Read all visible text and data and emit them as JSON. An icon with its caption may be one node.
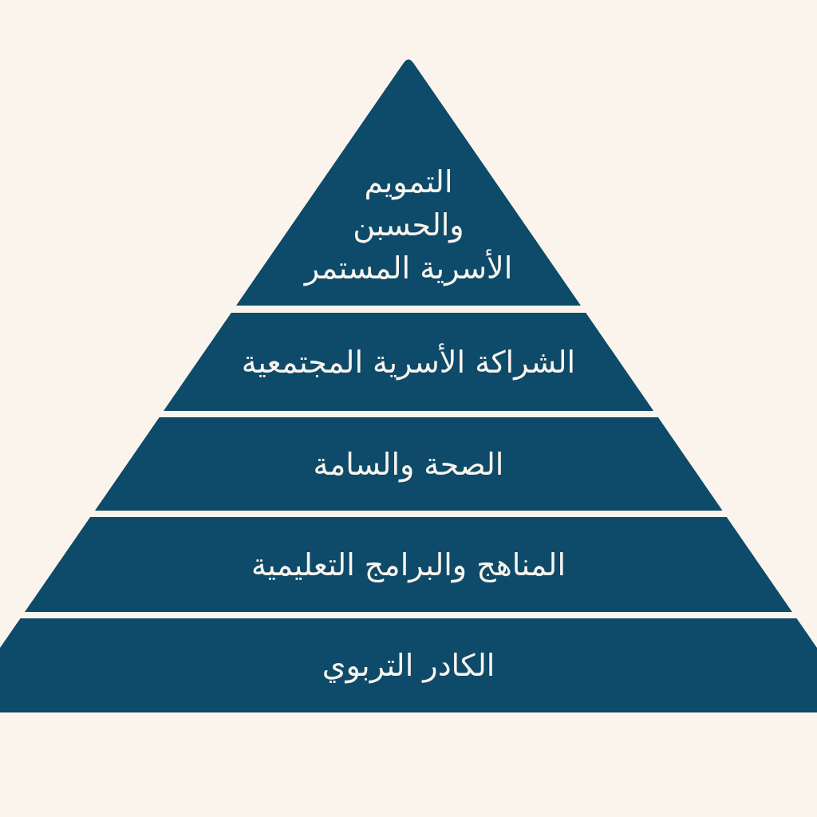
{
  "diagram": {
    "nodes": [
      {
        "text": [
          "التمويم والحسبن الأسرية المستمر"
        ]
      },
      {
        "text": [
          "الشراكة الأسرية المجتمعية"
        ]
      },
      {
        "text": [
          "الصحة والسامة"
        ]
      },
      {
        "text": [
          "المناهج والبرامج التعليمية"
        ]
      },
      {
        "text": [
          "الكادر التربوي"
        ]
      }
    ]
  }
}
